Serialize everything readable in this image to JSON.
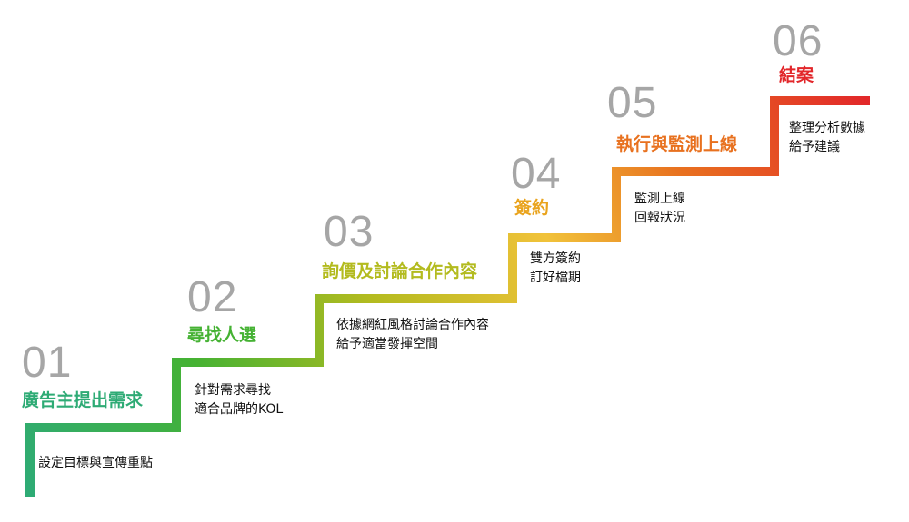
{
  "colors": {
    "step1": "#2eab75",
    "step2": "#45b233",
    "step3": "#b3bb1f",
    "step4": "#e9a31c",
    "step5": "#e8711f",
    "step6": "#e2262a",
    "number": "#a6a6a6"
  },
  "steps": [
    {
      "number": "01",
      "title": "廣告主提出需求",
      "lines": [
        "設定目標與宣傳重點"
      ]
    },
    {
      "number": "02",
      "title": "尋找人選",
      "lines": [
        "針對需求尋找",
        "適合品牌的KOL"
      ]
    },
    {
      "number": "03",
      "title": "詢價及討論合作內容",
      "lines": [
        "依據網紅風格討論合作內容",
        "給予適當發揮空間"
      ]
    },
    {
      "number": "04",
      "title": "簽約",
      "lines": [
        "雙方簽約",
        "訂好檔期"
      ]
    },
    {
      "number": "05",
      "title": "執行與監測上線",
      "lines": [
        "監測上線",
        "回報狀況"
      ]
    },
    {
      "number": "06",
      "title": "結案",
      "lines": [
        "整理分析數據",
        "給予建議"
      ]
    }
  ]
}
